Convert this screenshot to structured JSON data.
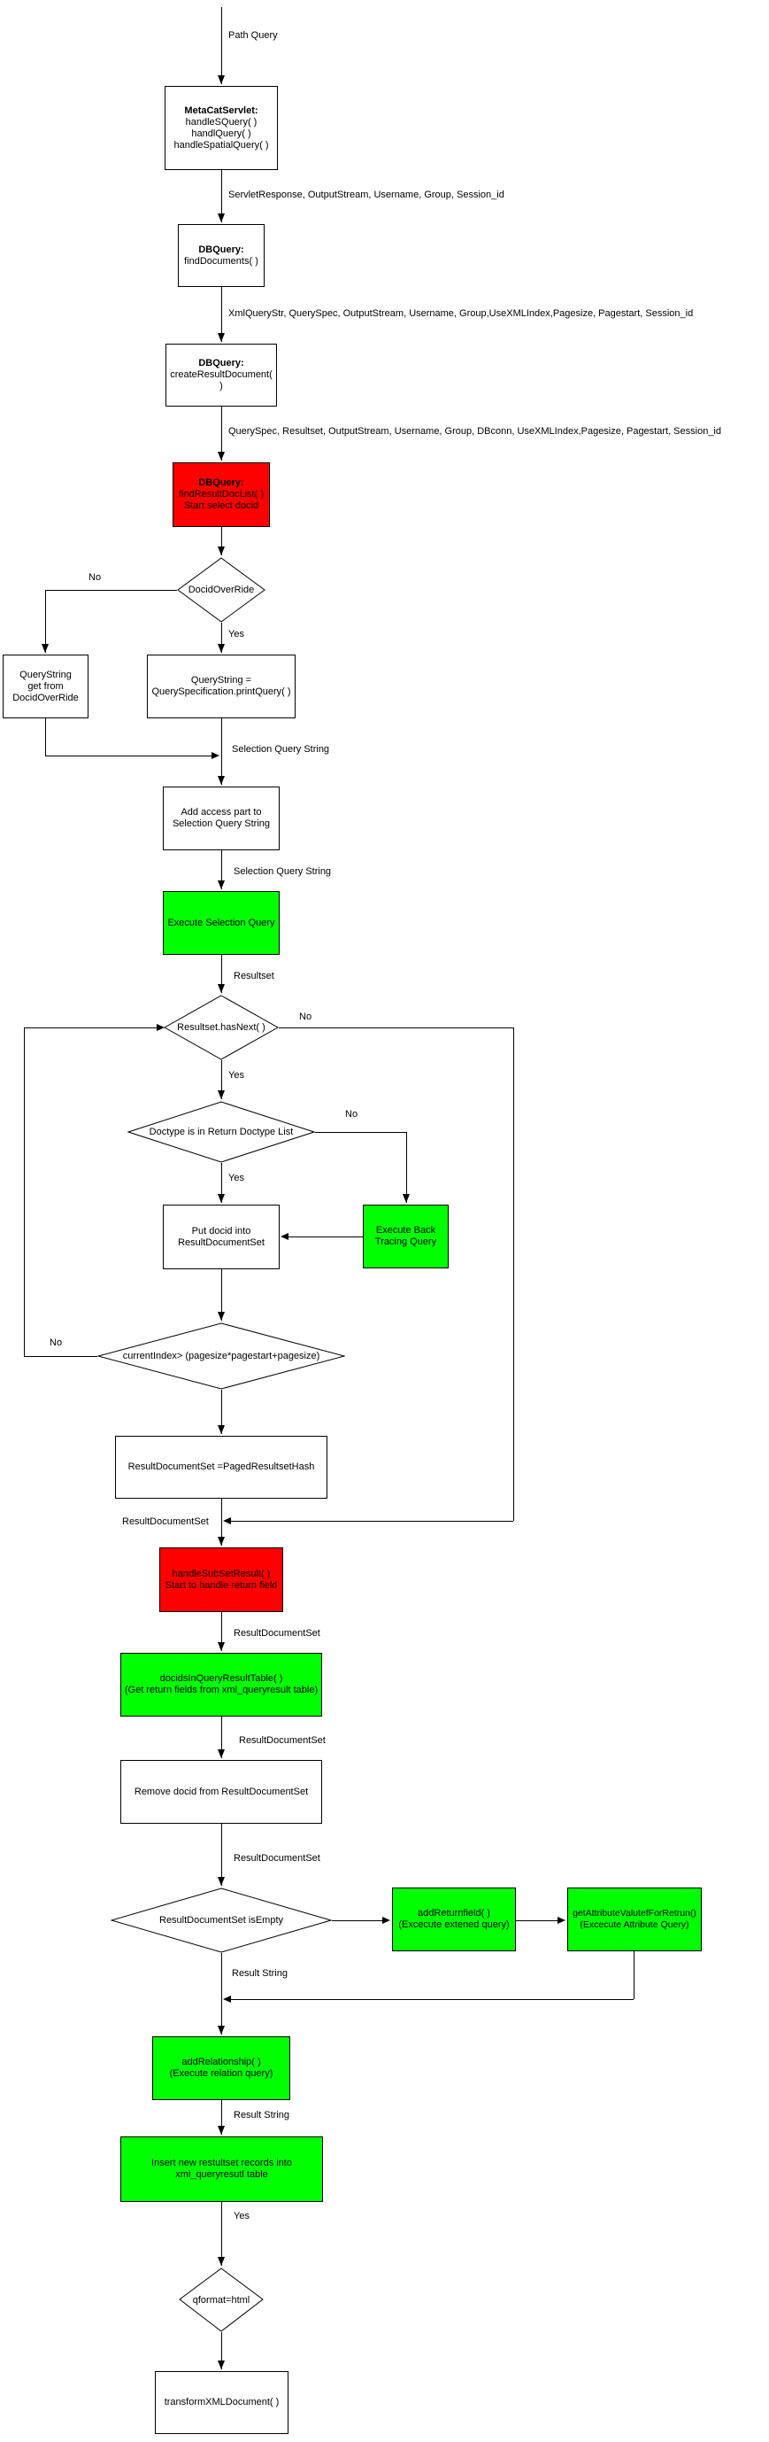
{
  "colors": {
    "highlight_green": "#00ff00",
    "alert_red": "#ff0000",
    "line_black": "#000000",
    "background": "#ffffff"
  },
  "nodes": {
    "metacat": {
      "title": "MetaCatServlet:",
      "line1": "handleSQuery( )",
      "line2": "handlQuery( )",
      "line3": "handleSpatialQuery( )"
    },
    "find_documents": {
      "title": "DBQuery:",
      "line1": "findDocuments( )"
    },
    "create_result_document": {
      "title": "DBQuery:",
      "line1": "createResultDocument( )"
    },
    "find_result_doc_list": {
      "title": "DBQuery:",
      "line1": "findResultDocList( )",
      "line2": "Start select docid"
    },
    "docid_override": {
      "label": "DocidOverRide"
    },
    "querystring_override": {
      "line1": "QueryString",
      "line2": "get from",
      "line3": "DocidOverRide"
    },
    "querystring_print": {
      "line1": "QueryString =",
      "line2": "QuerySpecification.printQuery( )"
    },
    "add_access_part": {
      "line1": "Add access part to",
      "line2": "Selection Query String"
    },
    "execute_selection_query": {
      "label": "Execute Selection Query"
    },
    "resultset_hasnext": {
      "label": "Resultset.hasNext( )"
    },
    "doctype_in_list": {
      "label": "Doctype is in Return Doctype List"
    },
    "put_docid": {
      "line1": "Put docid into",
      "line2": "ResultDocumentSet"
    },
    "execute_back_tracing": {
      "line1": "Execute Back",
      "line2": "Tracing Query"
    },
    "current_index_check": {
      "label": "currentIndex> (pagesize*pagestart+pagesize)"
    },
    "paged_resultset_hash": {
      "label": "ResultDocumentSet =PagedResultsetHash"
    },
    "handle_subset_result": {
      "line1": "handleSubSetResult( )",
      "line2": "Start to handle return field"
    },
    "docids_in_queryresult_table": {
      "line1": "docidsInQueryResultTable( )",
      "line2": "(Get return fields from xml_queryresult table)"
    },
    "remove_docid": {
      "label": "Remove docid from ResultDocumentSet"
    },
    "resultdocumentset_isempty": {
      "label": "ResultDocumentSet isEmpty"
    },
    "add_returnfield": {
      "line1": "addReturnfield( )",
      "line2": "(Excecute extened query)"
    },
    "get_attribute_value": {
      "line1": "getAttributeValutefForRetrun()",
      "line2": "(Excecute Attribute Query)"
    },
    "add_relationship": {
      "line1": "addRelationship( )",
      "line2": "(Execute relation query)"
    },
    "insert_resultset": {
      "line1": "Insert new restultset records into",
      "line2": "xml_queryresutl table"
    },
    "qformat_html": {
      "label": "qformat=html"
    },
    "transform_xml_document": {
      "label": "transformXMLDocument( )"
    }
  },
  "edge_labels": {
    "path_query": "Path Query",
    "servlet_params": "ServletResponse, OutputStream,  Username, Group, Session_id",
    "xml_query_params": "XmlQueryStr, QuerySpec, OutputStream, Username, Group,UseXMLIndex,Pagesize, Pagestart, Session_id",
    "query_spec_params": "QuerySpec, Resultset, OutputStream, Username, Group, DBconn, UseXMLIndex,Pagesize, Pagestart, Session_id",
    "docid_override_no": "No",
    "docid_override_yes": "Yes",
    "selection_query_string_1": "Selection Query String",
    "selection_query_string_2": "Selection Query String",
    "resultset": "Resultset",
    "hasnext_no": "No",
    "hasnext_yes": "Yes",
    "doctype_no": "No",
    "doctype_yes": "Yes",
    "currentindex_no": "No",
    "result_document_set_1": "ResultDocumentSet",
    "result_document_set_2": "ResultDocumentSet",
    "result_document_set_3": "ResultDocumentSet",
    "result_document_set_4": "ResultDocumentSet",
    "result_string_1": "Result String",
    "result_string_2": "Result String",
    "qformat_yes": "Yes"
  }
}
